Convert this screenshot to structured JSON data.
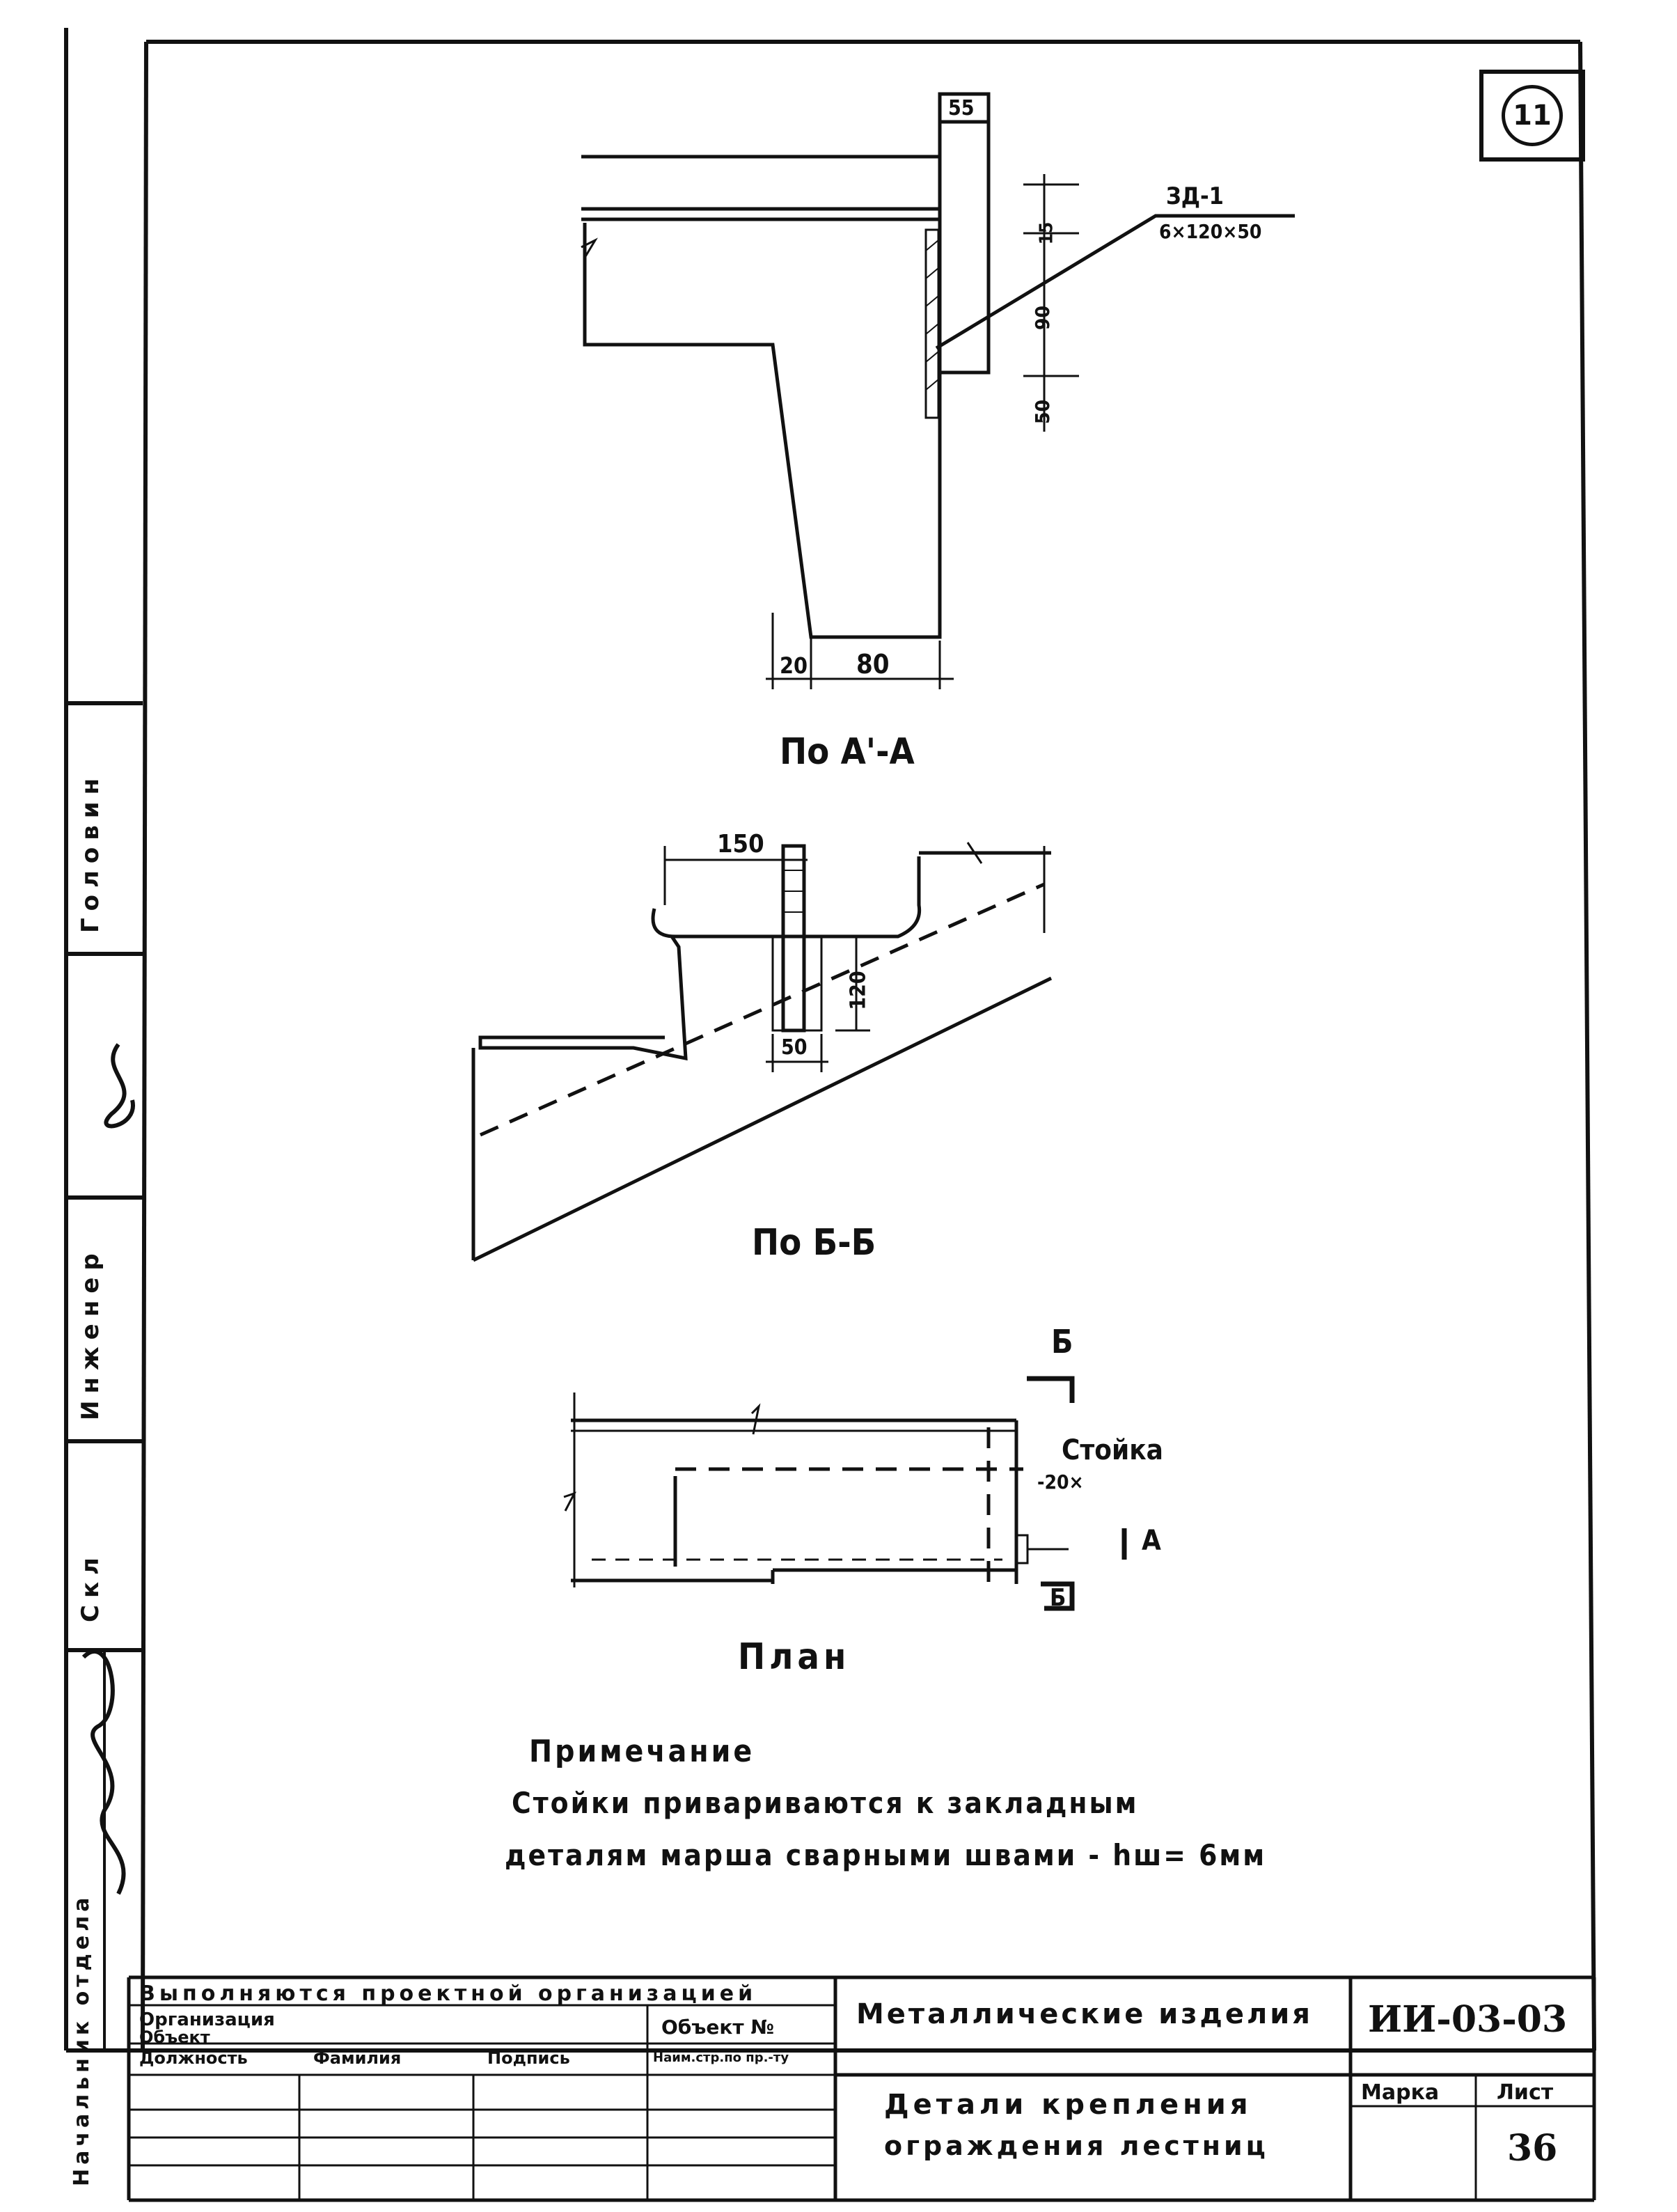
{
  "sheet_number": "11",
  "section_a": {
    "caption": "По А'-А",
    "embedded_part_mark": "ЗД-1",
    "embedded_part_size": "6×120×50",
    "dim_top": "55",
    "dim_15": "15",
    "dim_90": "90",
    "dim_50": "50",
    "dim_20": "20",
    "dim_80": "80"
  },
  "section_b": {
    "caption": "По Б-Б",
    "dim_150": "150",
    "dim_120": "120",
    "dim_50": "50"
  },
  "plan": {
    "caption": "План",
    "cut_b": "Б",
    "cut_a": "А",
    "post_label": "Стойка",
    "post_size": "-20×"
  },
  "note": {
    "heading": "Примечание",
    "line1": "Стойки привариваются к закладным",
    "line2": "деталям марша сварными швами - hш= 6мм"
  },
  "side_stamp": {
    "golovin": "Головин",
    "engineer": "Инженер",
    "skl": "Скл",
    "head": "Начальник отдела"
  },
  "title_block": {
    "performed_by": "Выполняются проектной организацией",
    "organization": "Организация",
    "object": "Объект",
    "object_no": "Объект №",
    "col_position": "Должность",
    "col_surname": "Фамилия",
    "col_signature": "Подпись",
    "col_sheet_ref": "Наим.стр.по пр.-ту",
    "title": "Металлические изделия",
    "subtitle1": "Детали крепления",
    "subtitle2": "ограждения лестниц",
    "code": "ИИ-03-03",
    "mark_label": "Марка",
    "sheet_label": "Лист",
    "sheet": "36"
  }
}
